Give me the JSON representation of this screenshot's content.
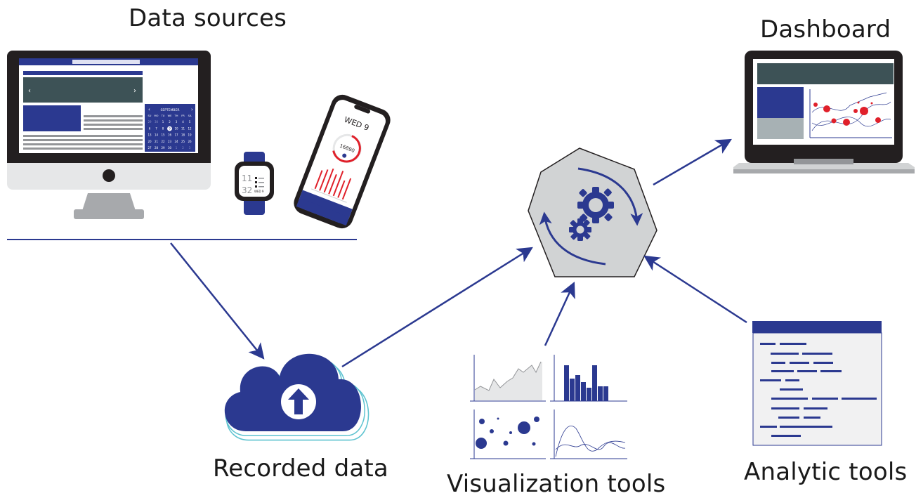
{
  "labels": {
    "data_sources": "Data sources",
    "dashboard": "Dashboard",
    "recorded_data": "Recorded data",
    "visualization_tools": "Visualization tools",
    "analytic_tools": "Analytic tools"
  },
  "calendar": {
    "month": "SEPTEMBER",
    "weekdays": [
      "SU",
      "MO",
      "TU",
      "WE",
      "TH",
      "FR",
      "SA"
    ],
    "rows": [
      [
        "29",
        "30",
        "1",
        "2",
        "3",
        "4",
        "5"
      ],
      [
        "6",
        "7",
        "8",
        "9",
        "10",
        "11",
        "12"
      ],
      [
        "13",
        "14",
        "15",
        "16",
        "17",
        "18",
        "19"
      ],
      [
        "20",
        "21",
        "22",
        "23",
        "24",
        "25",
        "26"
      ],
      [
        "27",
        "28",
        "29",
        "30",
        "1",
        "2",
        "3"
      ]
    ]
  },
  "phone": {
    "day": "WED 9",
    "steps": "16890"
  },
  "watch": {
    "hour": "11",
    "minute": "32",
    "date": "WED 9"
  },
  "colors": {
    "navy": "#2b3990",
    "slate": "#3d5256",
    "red": "#e0202a",
    "gray": "#d1d3d4",
    "teal": "#5ec3d0"
  }
}
